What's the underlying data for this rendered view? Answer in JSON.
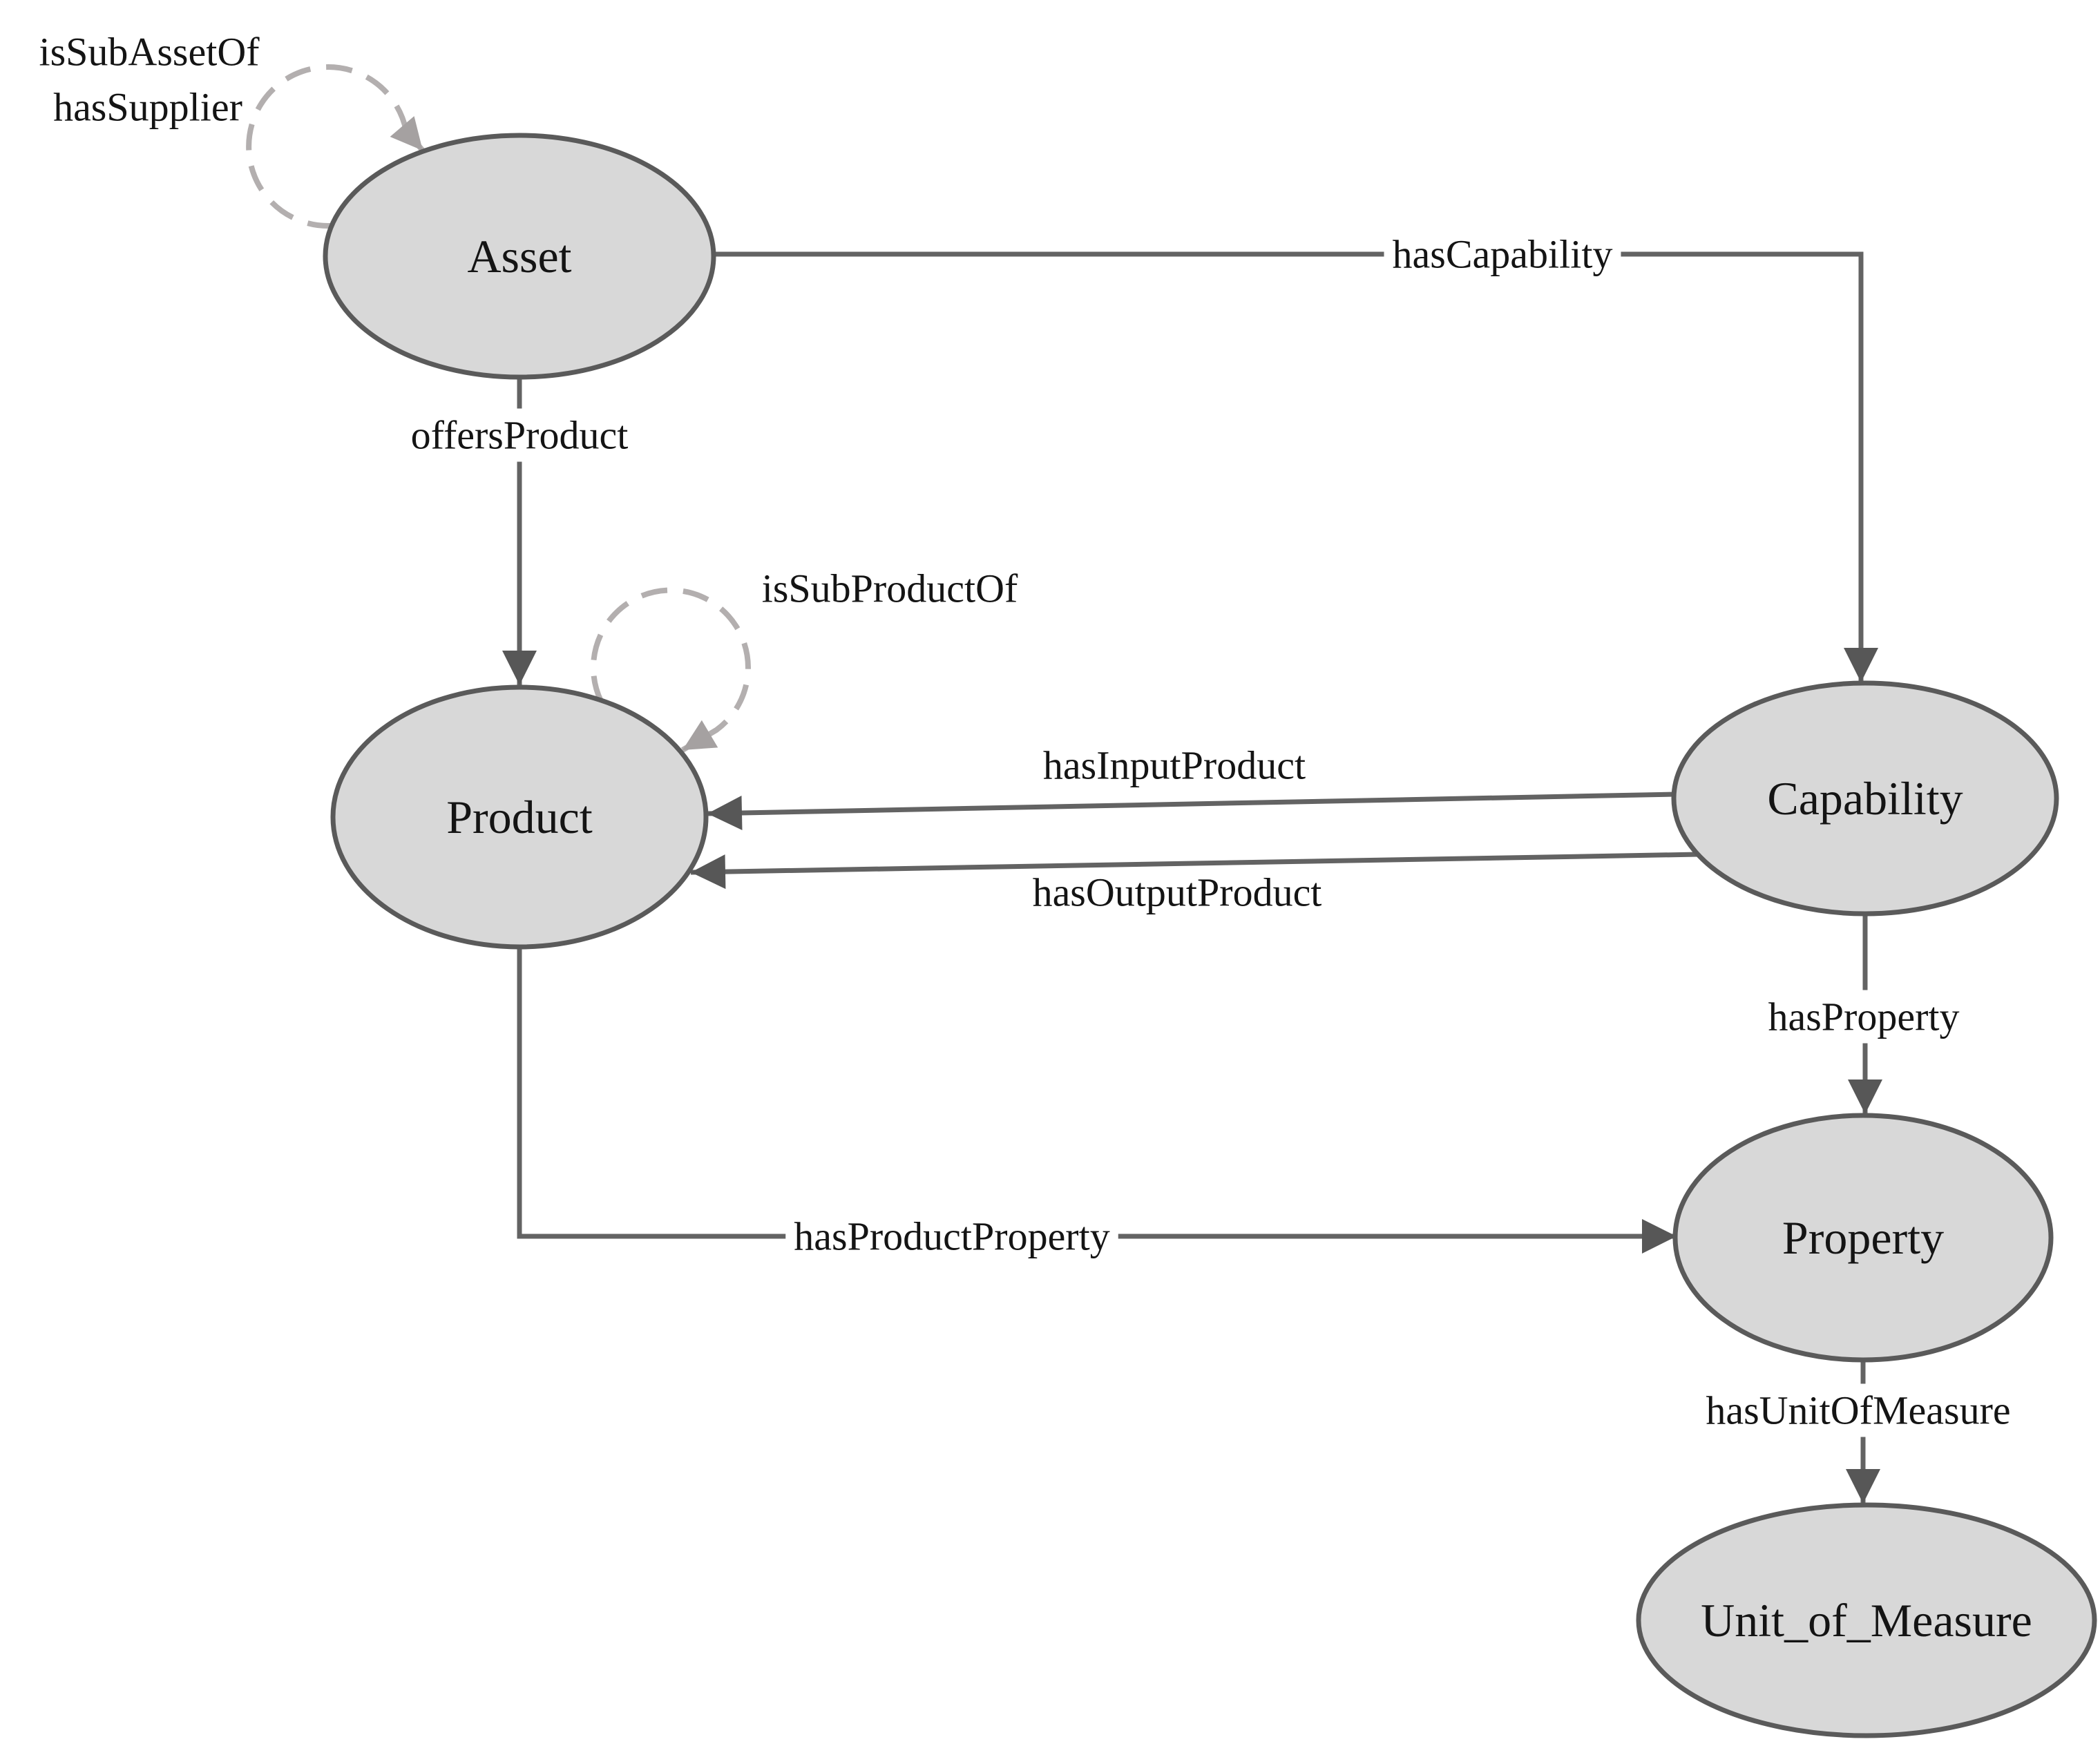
{
  "diagram": {
    "type": "ontology-graph",
    "background": "#ffffff",
    "colors": {
      "background": "#ffffff",
      "node_fill": "#d8d8d8",
      "node_stroke": "#5a5a5a",
      "edge_line": "#636363",
      "arrowhead": "#575757",
      "loop_line": "#b3afaf",
      "loop_arrowhead": "#a5a1a1",
      "label_text": "#141414"
    },
    "nodes": {
      "asset": {
        "label": "Asset"
      },
      "product": {
        "label": "Product"
      },
      "capability": {
        "label": "Capability"
      },
      "property": {
        "label": "Property"
      },
      "unit_of_measure": {
        "label": "Unit_of_Measure"
      }
    },
    "edges": {
      "is_sub_asset_of": {
        "label": "isSubAssetOf",
        "from": "Asset",
        "to": "Asset",
        "style": "dashed-self-loop"
      },
      "has_supplier": {
        "label": "hasSupplier",
        "from": "Asset",
        "to": "Asset",
        "style": "dashed-self-loop"
      },
      "offers_product": {
        "label": "offersProduct",
        "from": "Asset",
        "to": "Product",
        "style": "solid-arrow"
      },
      "has_capability": {
        "label": "hasCapability",
        "from": "Asset",
        "to": "Capability",
        "style": "solid-arrow"
      },
      "is_sub_product_of": {
        "label": "isSubProductOf",
        "from": "Product",
        "to": "Product",
        "style": "dashed-self-loop"
      },
      "has_input_product": {
        "label": "hasInputProduct",
        "from": "Capability",
        "to": "Product",
        "style": "solid-arrow"
      },
      "has_output_product": {
        "label": "hasOutputProduct",
        "from": "Capability",
        "to": "Product",
        "style": "solid-arrow"
      },
      "has_property": {
        "label": "hasProperty",
        "from": "Capability",
        "to": "Property",
        "style": "solid-arrow"
      },
      "has_product_property": {
        "label": "hasProductProperty",
        "from": "Product",
        "to": "Property",
        "style": "solid-arrow"
      },
      "has_unit_of_measure": {
        "label": "hasUnitOfMeasure",
        "from": "Property",
        "to": "Unit_of_Measure",
        "style": "solid-arrow"
      }
    }
  }
}
